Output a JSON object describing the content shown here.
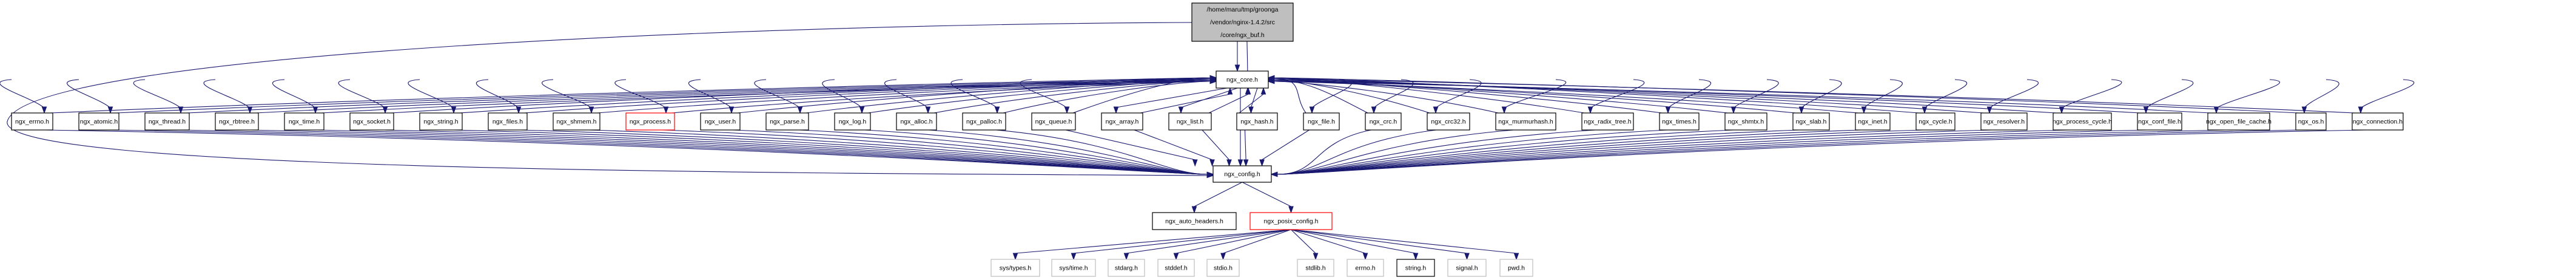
{
  "diagram": {
    "type": "include-dependency-graph",
    "colors": {
      "edge": "#191970",
      "root_fill": "#bfbfbf",
      "node_border": "#000000",
      "incomplete_border": "#ff0000",
      "system_header_border": "#bfbfbf"
    },
    "root": {
      "id": "buf",
      "lines": [
        "/home/maru/tmp/groonga",
        "/vendor/nginx-1.4.2/src",
        "/core/ngx_buf.h"
      ]
    },
    "nodes": [
      {
        "id": "core",
        "label": "ngx_core.h",
        "style": "normal"
      },
      {
        "id": "errno",
        "label": "ngx_errno.h",
        "style": "normal"
      },
      {
        "id": "atomic",
        "label": "ngx_atomic.h",
        "style": "normal"
      },
      {
        "id": "thread",
        "label": "ngx_thread.h",
        "style": "normal"
      },
      {
        "id": "rbtree",
        "label": "ngx_rbtree.h",
        "style": "normal"
      },
      {
        "id": "time",
        "label": "ngx_time.h",
        "style": "normal"
      },
      {
        "id": "socket",
        "label": "ngx_socket.h",
        "style": "normal"
      },
      {
        "id": "string",
        "label": "ngx_string.h",
        "style": "normal"
      },
      {
        "id": "files",
        "label": "ngx_files.h",
        "style": "normal"
      },
      {
        "id": "shmem",
        "label": "ngx_shmem.h",
        "style": "normal"
      },
      {
        "id": "process",
        "label": "ngx_process.h",
        "style": "red"
      },
      {
        "id": "user",
        "label": "ngx_user.h",
        "style": "normal"
      },
      {
        "id": "parse",
        "label": "ngx_parse.h",
        "style": "normal"
      },
      {
        "id": "log",
        "label": "ngx_log.h",
        "style": "normal"
      },
      {
        "id": "alloc",
        "label": "ngx_alloc.h",
        "style": "normal"
      },
      {
        "id": "palloc",
        "label": "ngx_palloc.h",
        "style": "normal"
      },
      {
        "id": "queue",
        "label": "ngx_queue.h",
        "style": "normal"
      },
      {
        "id": "array",
        "label": "ngx_array.h",
        "style": "normal"
      },
      {
        "id": "list",
        "label": "ngx_list.h",
        "style": "normal"
      },
      {
        "id": "hash",
        "label": "ngx_hash.h",
        "style": "normal"
      },
      {
        "id": "file",
        "label": "ngx_file.h",
        "style": "normal"
      },
      {
        "id": "crc",
        "label": "ngx_crc.h",
        "style": "normal"
      },
      {
        "id": "crc32",
        "label": "ngx_crc32.h",
        "style": "normal"
      },
      {
        "id": "murmurhash",
        "label": "ngx_murmurhash.h",
        "style": "normal"
      },
      {
        "id": "radix_tree",
        "label": "ngx_radix_tree.h",
        "style": "normal"
      },
      {
        "id": "times",
        "label": "ngx_times.h",
        "style": "normal"
      },
      {
        "id": "shmtx",
        "label": "ngx_shmtx.h",
        "style": "normal"
      },
      {
        "id": "slab",
        "label": "ngx_slab.h",
        "style": "normal"
      },
      {
        "id": "inet",
        "label": "ngx_inet.h",
        "style": "normal"
      },
      {
        "id": "cycle",
        "label": "ngx_cycle.h",
        "style": "normal"
      },
      {
        "id": "resolver",
        "label": "ngx_resolver.h",
        "style": "normal"
      },
      {
        "id": "process_cycle",
        "label": "ngx_process_cycle.h",
        "style": "normal"
      },
      {
        "id": "conf_file",
        "label": "ngx_conf_file.h",
        "style": "normal"
      },
      {
        "id": "open_file_cache",
        "label": "ngx_open_file_cache.h",
        "style": "normal"
      },
      {
        "id": "os",
        "label": "ngx_os.h",
        "style": "normal"
      },
      {
        "id": "connection",
        "label": "ngx_connection.h",
        "style": "normal"
      },
      {
        "id": "config",
        "label": "ngx_config.h",
        "style": "normal"
      },
      {
        "id": "auto_headers",
        "label": "ngx_auto_headers.h",
        "style": "normal"
      },
      {
        "id": "posix_config",
        "label": "ngx_posix_config.h",
        "style": "red"
      },
      {
        "id": "sys_types",
        "label": "sys/types.h",
        "style": "gray"
      },
      {
        "id": "sys_time",
        "label": "sys/time.h",
        "style": "gray"
      },
      {
        "id": "stdarg",
        "label": "stdarg.h",
        "style": "gray"
      },
      {
        "id": "stddef",
        "label": "stddef.h",
        "style": "gray"
      },
      {
        "id": "stdio",
        "label": "stdio.h",
        "style": "gray"
      },
      {
        "id": "stdlib",
        "label": "stdlib.h",
        "style": "gray"
      },
      {
        "id": "errno_sys",
        "label": "errno.h",
        "style": "gray"
      },
      {
        "id": "string_sys",
        "label": "string.h",
        "style": "normal"
      },
      {
        "id": "signal",
        "label": "signal.h",
        "style": "gray"
      },
      {
        "id": "pwd",
        "label": "pwd.h",
        "style": "gray"
      }
    ],
    "edges": [
      [
        "buf",
        "core"
      ],
      [
        "buf",
        "config"
      ],
      [
        "core",
        "buf"
      ],
      [
        "core",
        "config"
      ],
      [
        "core",
        "array"
      ],
      [
        "core",
        "list"
      ],
      [
        "core",
        "hash"
      ],
      [
        "array",
        "core"
      ],
      [
        "list",
        "core"
      ],
      [
        "hash",
        "core"
      ],
      [
        "errno",
        "core"
      ],
      [
        "atomic",
        "core"
      ],
      [
        "thread",
        "core"
      ],
      [
        "rbtree",
        "core"
      ],
      [
        "time",
        "core"
      ],
      [
        "socket",
        "core"
      ],
      [
        "string",
        "core"
      ],
      [
        "files",
        "core"
      ],
      [
        "shmem",
        "core"
      ],
      [
        "process",
        "core"
      ],
      [
        "user",
        "core"
      ],
      [
        "parse",
        "core"
      ],
      [
        "log",
        "core"
      ],
      [
        "alloc",
        "core"
      ],
      [
        "palloc",
        "core"
      ],
      [
        "queue",
        "core"
      ],
      [
        "file",
        "core"
      ],
      [
        "crc",
        "core"
      ],
      [
        "crc32",
        "core"
      ],
      [
        "murmurhash",
        "core"
      ],
      [
        "radix_tree",
        "core"
      ],
      [
        "times",
        "core"
      ],
      [
        "shmtx",
        "core"
      ],
      [
        "slab",
        "core"
      ],
      [
        "inet",
        "core"
      ],
      [
        "cycle",
        "core"
      ],
      [
        "resolver",
        "core"
      ],
      [
        "process_cycle",
        "core"
      ],
      [
        "conf_file",
        "core"
      ],
      [
        "open_file_cache",
        "core"
      ],
      [
        "os",
        "core"
      ],
      [
        "connection",
        "core"
      ],
      [
        "core",
        "file"
      ],
      [
        "core",
        "crc"
      ],
      [
        "core",
        "crc32"
      ],
      [
        "core",
        "murmurhash"
      ],
      [
        "core",
        "radix_tree"
      ],
      [
        "core",
        "times"
      ],
      [
        "core",
        "shmtx"
      ],
      [
        "core",
        "slab"
      ],
      [
        "core",
        "inet"
      ],
      [
        "core",
        "cycle"
      ],
      [
        "core",
        "resolver"
      ],
      [
        "core",
        "process_cycle"
      ],
      [
        "core",
        "conf_file"
      ],
      [
        "core",
        "open_file_cache"
      ],
      [
        "core",
        "os"
      ],
      [
        "core",
        "connection"
      ],
      [
        "core",
        "errno"
      ],
      [
        "core",
        "atomic"
      ],
      [
        "core",
        "thread"
      ],
      [
        "core",
        "rbtree"
      ],
      [
        "core",
        "time"
      ],
      [
        "core",
        "socket"
      ],
      [
        "core",
        "string"
      ],
      [
        "core",
        "files"
      ],
      [
        "core",
        "shmem"
      ],
      [
        "core",
        "process"
      ],
      [
        "core",
        "user"
      ],
      [
        "core",
        "parse"
      ],
      [
        "core",
        "log"
      ],
      [
        "core",
        "alloc"
      ],
      [
        "core",
        "palloc"
      ],
      [
        "core",
        "queue"
      ],
      [
        "errno",
        "config"
      ],
      [
        "atomic",
        "config"
      ],
      [
        "thread",
        "config"
      ],
      [
        "rbtree",
        "config"
      ],
      [
        "time",
        "config"
      ],
      [
        "socket",
        "config"
      ],
      [
        "string",
        "config"
      ],
      [
        "files",
        "config"
      ],
      [
        "shmem",
        "config"
      ],
      [
        "process",
        "config"
      ],
      [
        "user",
        "config"
      ],
      [
        "parse",
        "config"
      ],
      [
        "log",
        "config"
      ],
      [
        "alloc",
        "config"
      ],
      [
        "palloc",
        "config"
      ],
      [
        "queue",
        "config"
      ],
      [
        "array",
        "config"
      ],
      [
        "list",
        "config"
      ],
      [
        "hash",
        "config"
      ],
      [
        "file",
        "config"
      ],
      [
        "crc",
        "config"
      ],
      [
        "crc32",
        "config"
      ],
      [
        "murmurhash",
        "config"
      ],
      [
        "radix_tree",
        "config"
      ],
      [
        "times",
        "config"
      ],
      [
        "shmtx",
        "config"
      ],
      [
        "slab",
        "config"
      ],
      [
        "inet",
        "config"
      ],
      [
        "cycle",
        "config"
      ],
      [
        "resolver",
        "config"
      ],
      [
        "process_cycle",
        "config"
      ],
      [
        "conf_file",
        "config"
      ],
      [
        "open_file_cache",
        "config"
      ],
      [
        "os",
        "config"
      ],
      [
        "connection",
        "config"
      ],
      [
        "config",
        "auto_headers"
      ],
      [
        "config",
        "posix_config"
      ],
      [
        "posix_config",
        "sys_types"
      ],
      [
        "posix_config",
        "sys_time"
      ],
      [
        "posix_config",
        "stdarg"
      ],
      [
        "posix_config",
        "stddef"
      ],
      [
        "posix_config",
        "stdio"
      ],
      [
        "posix_config",
        "stdlib"
      ],
      [
        "posix_config",
        "errno_sys"
      ],
      [
        "posix_config",
        "string_sys"
      ],
      [
        "posix_config",
        "signal"
      ],
      [
        "posix_config",
        "pwd"
      ]
    ]
  }
}
